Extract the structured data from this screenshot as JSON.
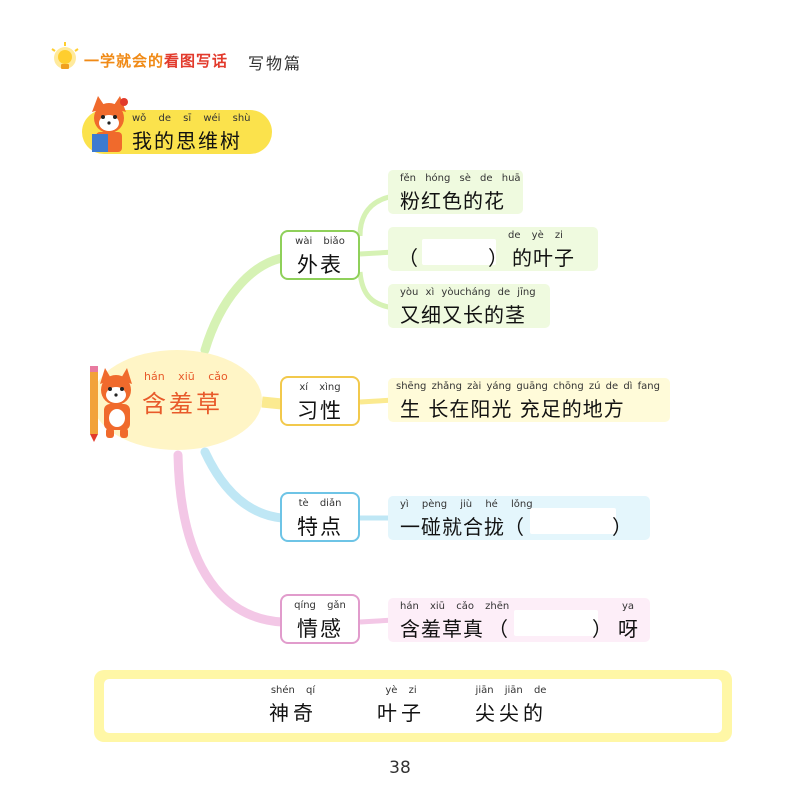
{
  "header": {
    "brand_prefix": "一学就会的",
    "brand_highlight": "看图写话",
    "subtitle": "写物篇"
  },
  "tree_title": {
    "pinyin": "wǒ de sī wéi shù",
    "text": "我的思维树"
  },
  "central": {
    "pinyin": "hán xiū cǎo",
    "text": "含羞草"
  },
  "branches": [
    {
      "pinyin": "wài biǎo",
      "label": "外表",
      "color": "#c6eaa0",
      "border": "#8fd05a"
    },
    {
      "pinyin": "xí xìng",
      "label": "习性",
      "color": "#fbe780",
      "border": "#f2c94c"
    },
    {
      "pinyin": "tè diǎn",
      "label": "特点",
      "color": "#a9def0",
      "border": "#6ec4e6"
    },
    {
      "pinyin": "qíng gǎn",
      "label": "情感",
      "color": "#f0bde0",
      "border": "#e19ccc"
    }
  ],
  "leaves": {
    "look_1": {
      "pinyin": "fěn hóng sè de huā",
      "text": "粉红色的花"
    },
    "look_2": {
      "pinyin": "de yè zi",
      "open": "（",
      "close": "）",
      "text": "的叶子"
    },
    "look_3": {
      "pinyin": "yòu xì yòucháng de jīng",
      "text": "又细又长的茎"
    },
    "habit": {
      "pinyin": "shēng zhǎng zài yáng guāng chōng zú de dì fang",
      "text": "生 长在阳光 充足的地方"
    },
    "feature": {
      "pinyin": "yì pèng jiù hé lǒng",
      "text": "一碰就合拢",
      "open": "（",
      "close": "）"
    },
    "feeling": {
      "pinyin": "hán xiū cǎo zhēn",
      "text": "含羞草真",
      "open": "（",
      "close": "）",
      "end": "呀",
      "end_pinyin": "ya"
    }
  },
  "word_bank": [
    {
      "pinyin": "shén qí",
      "text": "神奇"
    },
    {
      "pinyin": "yè zi",
      "text": "叶子"
    },
    {
      "pinyin": "jiān jiān de",
      "text": "尖尖的"
    }
  ],
  "page_number": "38"
}
